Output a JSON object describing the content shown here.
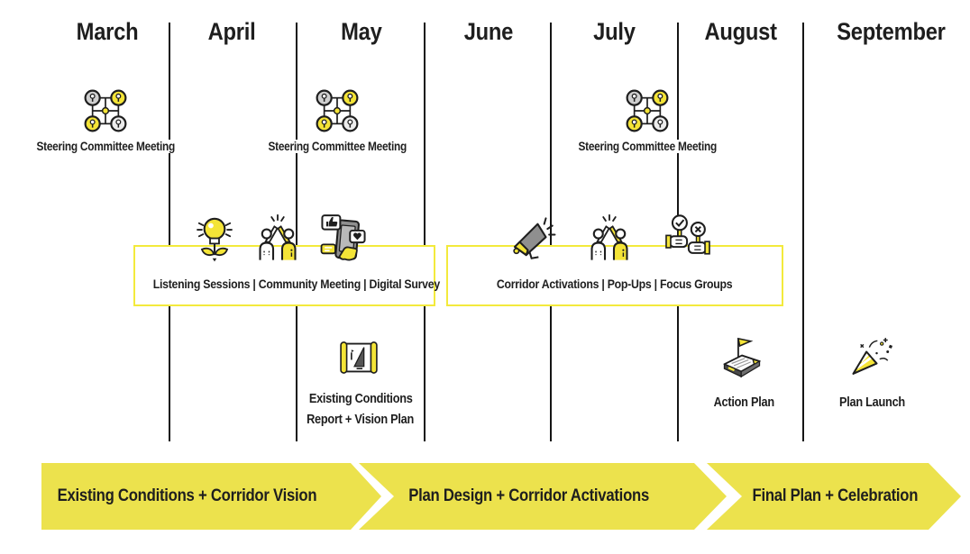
{
  "colors": {
    "accent_yellow": "#ECE24D",
    "box_border_yellow": "#F3EA3C",
    "icon_yellow": "#F4E437",
    "icon_gray": "#8F8F8F",
    "ink": "#1E1E1E"
  },
  "timeline": {
    "months": [
      "March",
      "April",
      "May",
      "June",
      "July",
      "August",
      "September"
    ]
  },
  "steering": {
    "label": "Steering Committee Meeting"
  },
  "engagement": [
    {
      "label": "Listening Sessions | Community Meeting | Digital Survey",
      "icons": [
        "lightbulb-plant-icon",
        "high-five-icon",
        "digital-survey-icon"
      ]
    },
    {
      "label": "Corridor Activations | Pop-Ups | Focus Groups",
      "icons": [
        "megaphone-icon",
        "high-five-icon",
        "focus-group-paddles-icon"
      ]
    }
  ],
  "milestones": [
    {
      "lines": [
        "Existing Conditions",
        "Report + Vision Plan"
      ],
      "icon": "blueprint-scroll-icon"
    },
    {
      "label": "Action Plan",
      "icon": "action-plan-notebook-icon"
    },
    {
      "label": "Plan Launch",
      "icon": "party-popper-icon"
    }
  ],
  "phases": [
    "Existing Conditions + Corridor Vision",
    "Plan Design + Corridor Activations",
    "Final Plan + Celebration"
  ]
}
